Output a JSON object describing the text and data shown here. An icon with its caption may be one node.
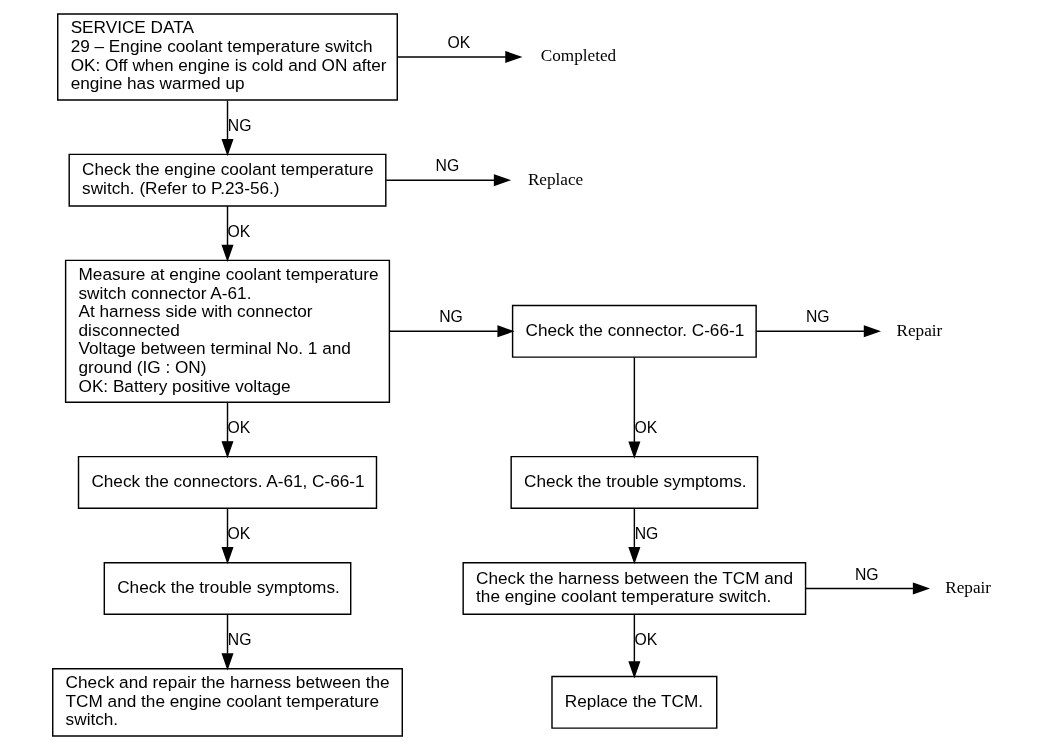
{
  "diagram": {
    "nodes": [
      {
        "text": [
          "SERVICE DATA",
          "29 – Engine coolant temperature switch",
          "OK: Off when engine is cold and ON after engine has warmed up"
        ]
      },
      {
        "text": [
          "Completed"
        ]
      },
      {
        "text": [
          "Check the engine coolant temperature switch. (Refer to P.23-56.)"
        ]
      },
      {
        "text": [
          "Replace"
        ]
      },
      {
        "text": [
          "Measure at engine coolant temperature switch connector A-61.",
          "At harness side with connector disconnected",
          "Voltage between terminal No. 1 and ground (IG : ON)",
          "OK: Battery positive voltage"
        ]
      },
      {
        "text": [
          "Check the connector. C-66-1"
        ]
      },
      {
        "text": [
          "Repair"
        ]
      },
      {
        "text": [
          "Check the trouble symptoms."
        ]
      },
      {
        "text": [
          "Check the harness between the TCM and the engine coolant temperature switch."
        ]
      },
      {
        "text": [
          "Repair"
        ]
      },
      {
        "text": [
          "Replace the TCM."
        ]
      },
      {
        "text": [
          "Check the connectors. A-61, C-66-1"
        ]
      },
      {
        "text": [
          "Check the trouble symptoms."
        ]
      },
      {
        "text": [
          "Check and repair the harness between the TCM and the engine coolant temperature switch."
        ]
      }
    ],
    "edges": [
      {
        "from": 0,
        "to": 1,
        "arrow": "to",
        "label": "OK"
      },
      {
        "from": 0,
        "to": 2,
        "arrow": "to",
        "label": "NG"
      },
      {
        "from": 2,
        "to": 3,
        "arrow": "to",
        "label": "NG"
      },
      {
        "from": 2,
        "to": 4,
        "arrow": "to",
        "label": "OK"
      },
      {
        "from": 4,
        "to": 5,
        "arrow": "to",
        "label": "NG"
      },
      {
        "from": 5,
        "to": 6,
        "arrow": "to",
        "label": "NG"
      },
      {
        "from": 5,
        "to": 7,
        "arrow": "to",
        "label": "OK"
      },
      {
        "from": 7,
        "to": 8,
        "arrow": "to",
        "label": "NG"
      },
      {
        "from": 8,
        "to": 9,
        "arrow": "to",
        "label": "NG"
      },
      {
        "from": 8,
        "to": 10,
        "arrow": "to",
        "label": "OK"
      },
      {
        "from": 4,
        "to": 11,
        "arrow": "to",
        "label": "OK"
      },
      {
        "from": 11,
        "to": 12,
        "arrow": "to",
        "label": "OK"
      },
      {
        "from": 12,
        "to": 13,
        "arrow": "to",
        "label": "NG"
      }
    ]
  }
}
